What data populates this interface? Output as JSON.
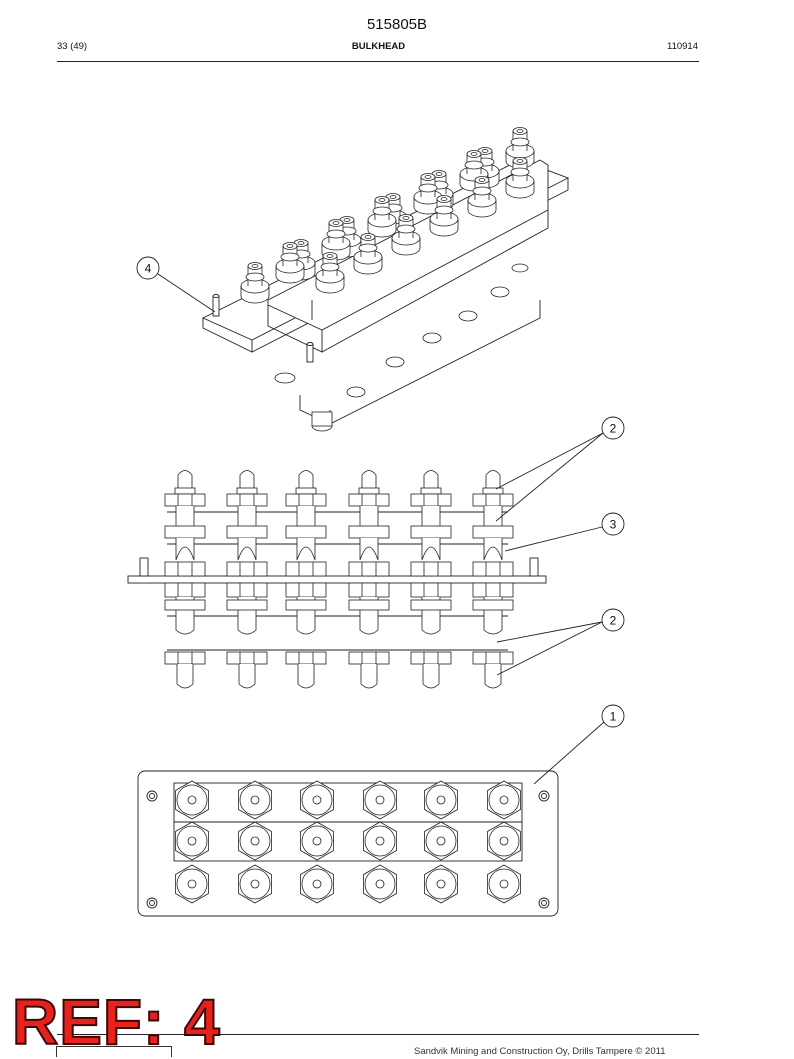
{
  "header": {
    "document_number": "515805B",
    "page": "33 (49)",
    "title": "BULKHEAD",
    "date_code": "110914"
  },
  "callouts": [
    {
      "id": "callout-4",
      "label": "4"
    },
    {
      "id": "callout-2-top",
      "label": "2"
    },
    {
      "id": "callout-3",
      "label": "3"
    },
    {
      "id": "callout-2-bottom",
      "label": "2"
    },
    {
      "id": "callout-1",
      "label": "1"
    }
  ],
  "stamp": "REF: 4",
  "footer": {
    "copyright": "Sandvik Mining and Construction Oy, Drills Tampere © 2011"
  }
}
